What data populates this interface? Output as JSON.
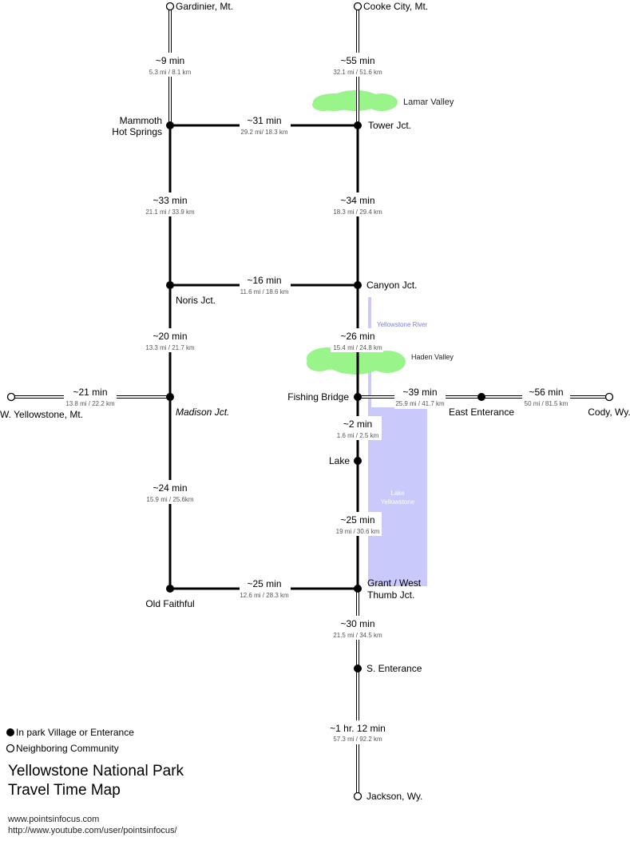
{
  "places": {
    "gardinier": "Gardinier, Mt.",
    "cooke_city": "Cooke City, Mt.",
    "mammoth_1": "Mammoth",
    "mammoth_2": "Hot Springs",
    "tower": "Tower Jct.",
    "noris": "Noris Jct.",
    "canyon": "Canyon Jct.",
    "madison": "Madison Jct.",
    "fishing_bridge": "Fishing Bridge",
    "east_ent": "East Enterance",
    "west_yellowstone": "W. Yellowstone, Mt.",
    "cody": "Cody, Wy.",
    "lake": "Lake",
    "old_faithful": "Old Faithful",
    "grant_1": "Grant / West",
    "grant_2": "Thumb Jct.",
    "south_ent": "S. Enterance",
    "jackson": "Jackson, Wy."
  },
  "segments": {
    "gardinier_mammoth": {
      "time": "~9 min",
      "dist": "5.3 mi / 8.1 km"
    },
    "cooke_tower": {
      "time": "~55 min",
      "dist": "32.1 mi / 51.6 km"
    },
    "mammoth_tower": {
      "time": "~31 min",
      "dist": "29.2 mi/ 18.3 km"
    },
    "mammoth_noris": {
      "time": "~33 min",
      "dist": "21.1 mi / 33.9 km"
    },
    "tower_canyon": {
      "time": "~34 min",
      "dist": "18.3 mi / 29.4 km"
    },
    "noris_canyon": {
      "time": "~16 min",
      "dist": "11.6 mi / 18.6 km"
    },
    "noris_madison": {
      "time": "~20 min",
      "dist": "13.3 mi / 21.7 km"
    },
    "canyon_fishing": {
      "time": "~26 min",
      "dist": "15.4 mi / 24.8 km"
    },
    "west_madison": {
      "time": "~21 min",
      "dist": "13.8 mi / 22.2 km"
    },
    "fishing_east": {
      "time": "~39 min",
      "dist": "25.9 mi / 41.7 km"
    },
    "east_cody": {
      "time": "~56 min",
      "dist": "50 mi / 81.5 km"
    },
    "fishing_lake": {
      "time": "~2 min",
      "dist": "1.6 mi / 2.5 km"
    },
    "madison_oldfaithful": {
      "time": "~24 min",
      "dist": "15.9 mi / 25.6km"
    },
    "lake_grant": {
      "time": "~25 min",
      "dist": "19 mi / 30.6 km"
    },
    "oldfaithful_grant": {
      "time": "~25 min",
      "dist": "12.6 mi / 28.3 km"
    },
    "grant_south": {
      "time": "~30 min",
      "dist": "21.5 mi / 34.5 km"
    },
    "south_jackson": {
      "time": "~1 hr. 12 min",
      "dist": "57.3 mi / 92.2 km"
    }
  },
  "features": {
    "lamar_valley": "Lamar Valley",
    "haden_valley": "Haden Valley",
    "yellowstone_river": "Yellowstone River",
    "lake_1": "Lake",
    "lake_2": "Yellowstone"
  },
  "legend": {
    "in_park": "In park Village or Enterance",
    "neighboring": "Neighboring Community"
  },
  "title": {
    "line1": "Yellowstone National Park",
    "line2": "Travel Time Map"
  },
  "links": {
    "site": "www.pointsinfocus.com",
    "youtube": "http://www.youtube.com/user/pointsinfocus/"
  },
  "colors": {
    "road": "#000000",
    "valley": "#99f589",
    "water": "#c9c9fb"
  }
}
